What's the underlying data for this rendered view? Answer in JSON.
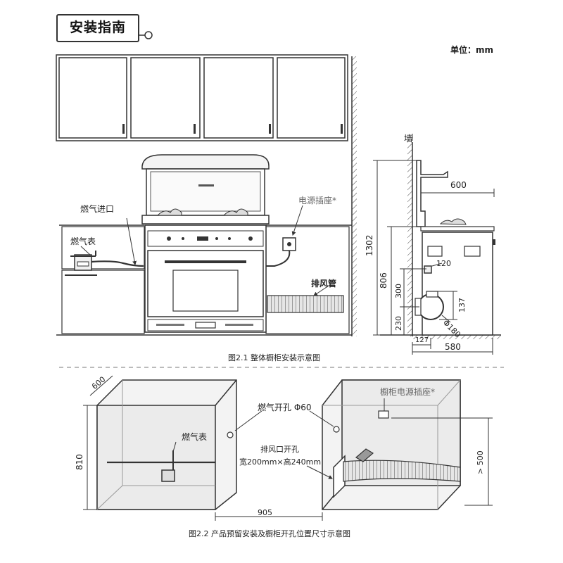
{
  "header": {
    "title": "安装指南",
    "unit": "单位：mm"
  },
  "fig1": {
    "caption": "图2.1  整体橱柜安装示意图",
    "gas_inlet": "燃气进口",
    "gas_meter": "燃气表",
    "power_socket": "电源插座*",
    "exhaust_pipe": "排风管",
    "wall": "墙",
    "dims": {
      "depth_top": "600",
      "total_height": "1302",
      "counter_height": "806",
      "hole_height": "300",
      "hole_center": "230",
      "hole_size": "137",
      "small_hole": "120",
      "duct_dia": "Φ180",
      "hole_offset": "127",
      "cabinet_depth": "580"
    }
  },
  "fig2": {
    "caption": "图2.2  产品预留安装及橱柜开孔位置尺寸示意图",
    "gas_hole": "燃气开孔 Φ60",
    "gas_meter": "燃气表",
    "cabinet_socket": "橱柜电源插座*",
    "exhaust_hole_title": "排风口开孔",
    "exhaust_hole_size": "宽200mm×高240mm",
    "dims": {
      "depth": "600",
      "height": "810",
      "width": "905",
      "socket_height": "> 500"
    }
  },
  "colors": {
    "line": "#333333",
    "fill": "#f2f2f2",
    "dark": "#555555"
  }
}
